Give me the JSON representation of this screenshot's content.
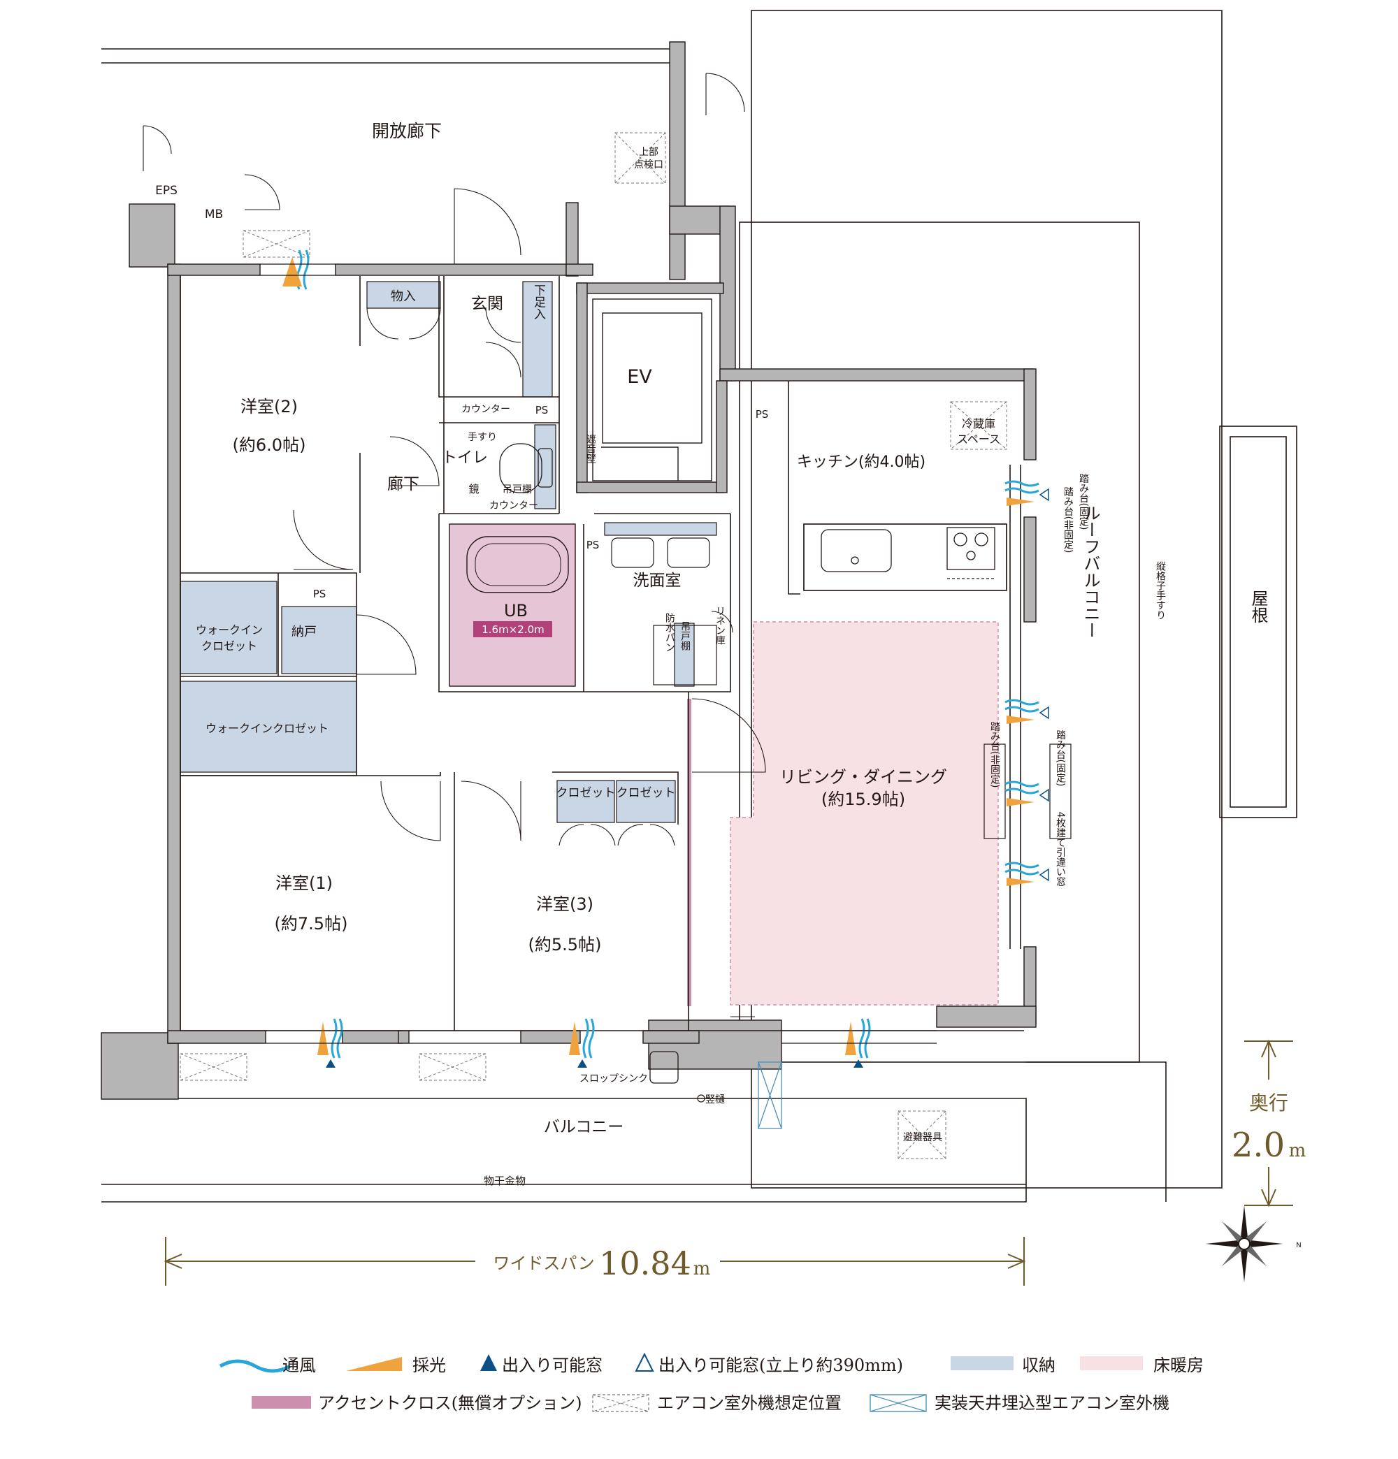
{
  "rooms": {
    "corridor_open": "開放廊下",
    "upper_hatch_1": "上部",
    "upper_hatch_2": "点検口",
    "eps": "EPS",
    "mb": "MB",
    "storage_in": "物入",
    "entrance": "玄関",
    "shoe_box": "下足入",
    "ev": "EV",
    "counter_1": "カウンター",
    "ps_1": "PS",
    "handrail": "手すり",
    "toilet": "トイレ",
    "mirror": "鏡",
    "wall_cabinet_1": "吊戸棚",
    "counter_2": "カウンター",
    "sound_wall": "遮音壁",
    "hallway": "廊下",
    "western2_name": "洋室(2)",
    "western2_size": "(約6.0帖)",
    "ps_2": "PS",
    "ps_3": "PS",
    "ps_4": "PS",
    "wic_1_line1": "ウォークイン",
    "wic_1_line2": "クロゼット",
    "nando": "納戸",
    "wic_2": "ウォークインクロゼット",
    "ub_name": "UB",
    "ub_size": "1.6m×2.0m",
    "washroom": "洗面室",
    "waterproof_pan": "防水パン",
    "wall_cabinet_2": "吊戸棚",
    "linen": "リネン庫",
    "fridge_1": "冷蔵庫",
    "fridge_2": "スペース",
    "kitchen": "キッチン(約4.0帖)",
    "ld_name": "リビング・ダイニング",
    "ld_size": "(約15.9帖)",
    "closet_1": "クロゼット",
    "closet_2": "クロゼット",
    "western1_name": "洋室(1)",
    "western1_size": "(約7.5帖)",
    "western3_name": "洋室(3)",
    "western3_size": "(約5.5帖)",
    "roof_balcony": "ルーフバルコニー",
    "step_fixed_1": "踏み台(固定)",
    "step_nonfixed_1": "踏み台(非固定)",
    "step_nonfixed_2": "踏み台(非固定)",
    "step_fixed_2": "踏み台(固定)",
    "sliding_window": "4枚建て引違い窓",
    "lattice_rail": "縦格子手すり",
    "roof": "屋根",
    "slop_sink": "スロップシンク",
    "downpipe": "竪樋",
    "balcony": "バルコニー",
    "evac": "避難器具",
    "laundry_hanger": "物干金物"
  },
  "dimensions": {
    "depth_label": "奥行",
    "depth_value": "2.0",
    "depth_unit": "m",
    "span_label": "ワイドスパン",
    "span_value": "10.84",
    "span_unit": "m"
  },
  "compass": {
    "north": "N"
  },
  "legend": {
    "items": [
      {
        "key": "ventilation",
        "label": "通風",
        "color": "#28a6d8"
      },
      {
        "key": "daylight",
        "label": "採光",
        "color": "#f0a23c"
      },
      {
        "key": "door_window",
        "label": "出入り可能窓",
        "color": "#0b4f84"
      },
      {
        "key": "door_window_sill",
        "label": "出入り可能窓(立上り約390mm)",
        "color": "#0b4f84"
      },
      {
        "key": "storage",
        "label": "収納",
        "color": "#c8d6e6"
      },
      {
        "key": "floor_heating",
        "label": "床暖房",
        "color": "#f7e1e4"
      },
      {
        "key": "accent_cloth",
        "label": "アクセントクロス(無償オプション)",
        "color": "#cc8fae"
      },
      {
        "key": "ac_planned",
        "label": "エアコン室外機想定位置",
        "color": "#777777"
      },
      {
        "key": "ac_installed",
        "label": "実装天井埋込型エアコン室外機",
        "color": "#4a90b8"
      }
    ]
  },
  "colors": {
    "wall": "#b5b5b5",
    "line": "#231815",
    "storage": "#c8d6e6",
    "floor_heating": "#f7e1e4",
    "ub": "#e6c6d6",
    "ub_label": "#b2417a",
    "accent": "#cc8fae",
    "gold": "#6e5a2b"
  }
}
